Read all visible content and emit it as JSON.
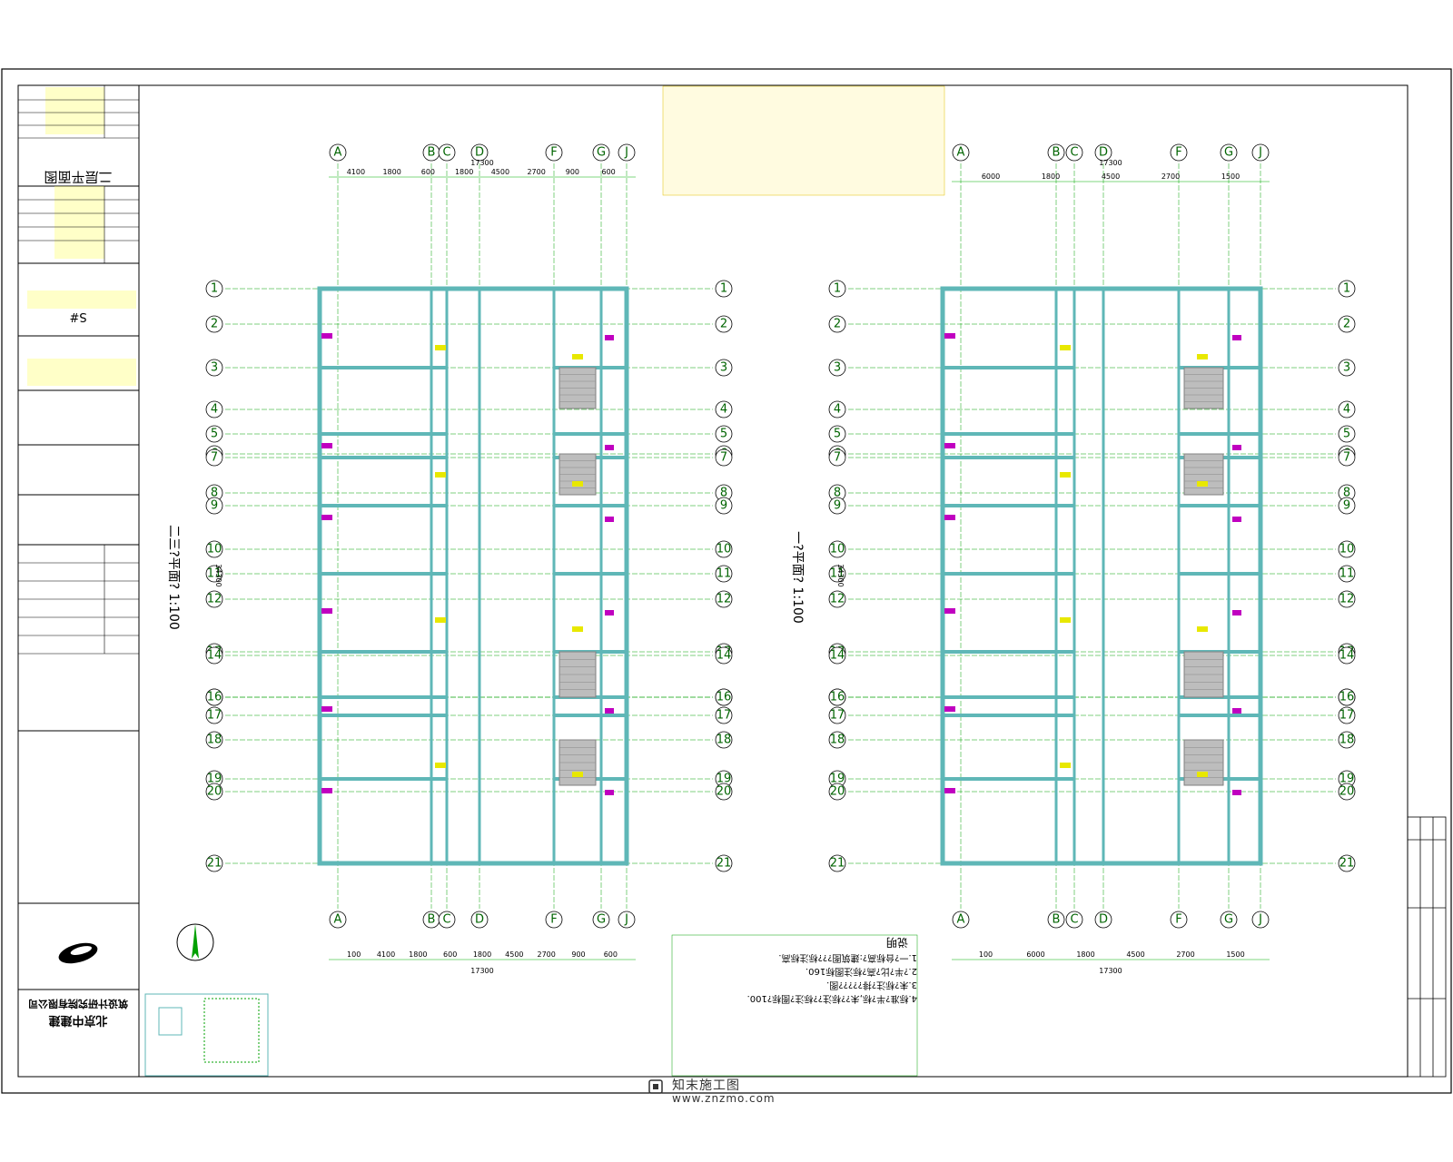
{
  "title_block": {
    "company_name": "北京中建建",
    "company_sub": "筑设计研究院有限公司",
    "sheet_title": "二层平面图",
    "sheet_code": "S#"
  },
  "plans": [
    {
      "id": "left",
      "caption": "二三?平面? 1:100",
      "row_labels": [
        "1",
        "2",
        "3",
        "4",
        "5",
        "6",
        "7",
        "8",
        "9",
        "10",
        "11",
        "12",
        "13",
        "14",
        "15",
        "16",
        "17",
        "18",
        "19",
        "20",
        "21"
      ],
      "col_labels": [
        "A",
        "B",
        "C",
        "D",
        "F",
        "G",
        "J"
      ],
      "top_dims": [
        "4100",
        "1800",
        "600",
        "1800",
        "4500",
        "2700",
        "900",
        "600"
      ],
      "top_total": "17300",
      "bottom_dims": [
        "100",
        "4100",
        "1800",
        "600",
        "1800",
        "4500",
        "2700",
        "900",
        "600"
      ],
      "bottom_total": "17300",
      "side_total": "34300"
    },
    {
      "id": "right",
      "caption": "一?平面? 1:100",
      "row_labels": [
        "1",
        "2",
        "3",
        "4",
        "5",
        "6",
        "7",
        "8",
        "9",
        "10",
        "11",
        "12",
        "13",
        "14",
        "15",
        "16",
        "17",
        "18",
        "19",
        "20",
        "21"
      ],
      "col_labels": [
        "A",
        "B",
        "C",
        "D",
        "F",
        "G",
        "J"
      ],
      "top_dims": [
        "6000",
        "1800",
        "4500",
        "2700",
        "1500"
      ],
      "top_total": "17300",
      "bottom_dims": [
        "100",
        "6000",
        "1800",
        "4500",
        "2700",
        "1500"
      ],
      "bottom_total": "17300",
      "side_total": "34300"
    }
  ],
  "notes": {
    "heading": "说明",
    "items": [
      "1.一?台标高?:建筑图???标注标高.",
      "2.?半?比?高?标注图标160.",
      "3.未?标注?排?????图.",
      "4.标准?半?标,未??标注??标注?图标?100."
    ]
  },
  "watermark": {
    "brand": "知末施工图",
    "url": "www.znzmo.com"
  },
  "colors": {
    "wall": "#5fb7b7",
    "axis": "#00a000",
    "dim": "#00b000",
    "door": "#c000c0",
    "label": "#e8e800",
    "hatch": "#808080",
    "frame": "#000000"
  }
}
